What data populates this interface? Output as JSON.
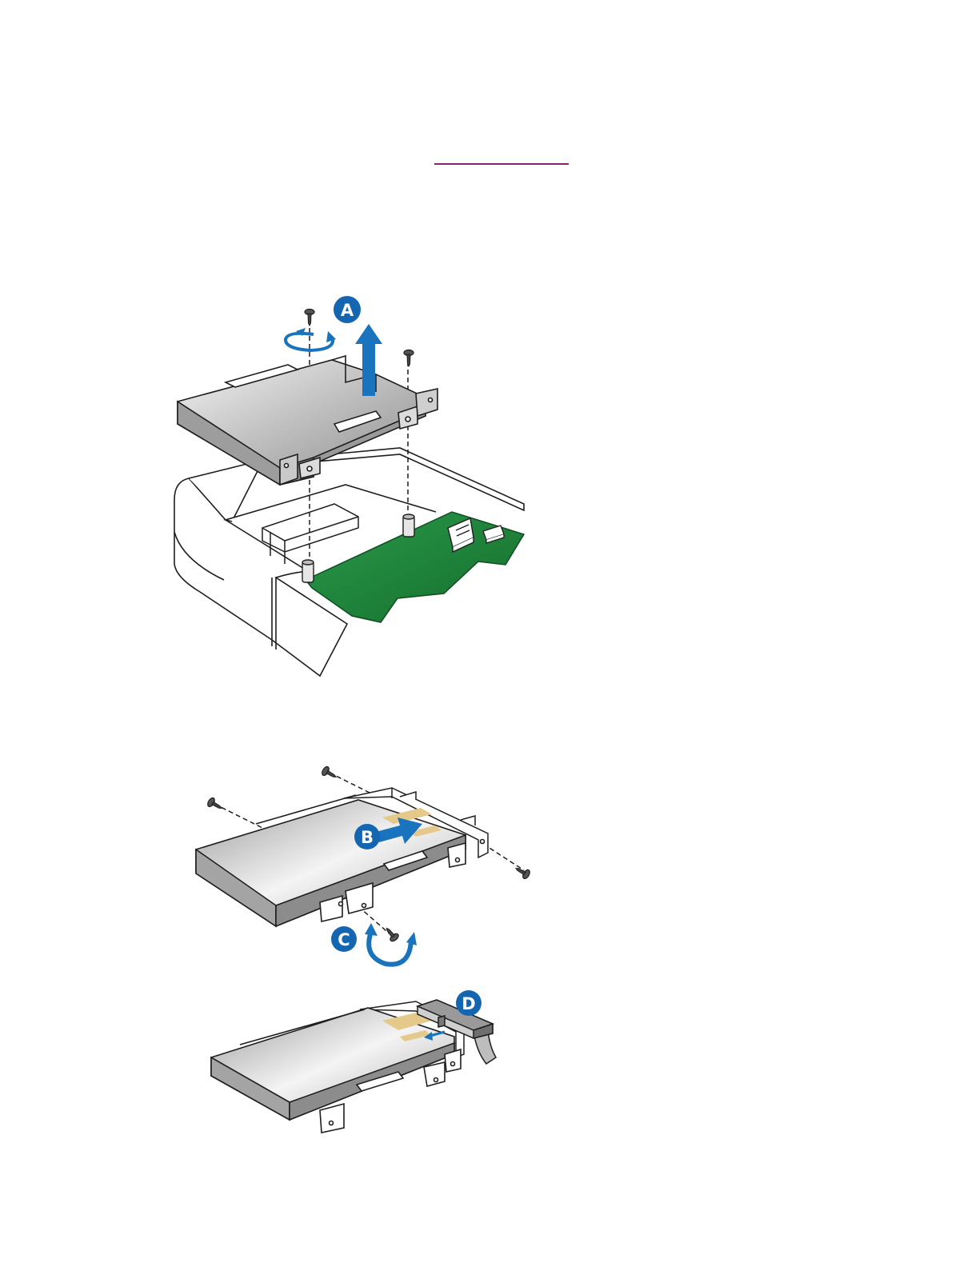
{
  "page": {
    "link_color": "#8e1f6e",
    "link_text": ""
  },
  "colors": {
    "callout_blue": "#1466b0",
    "arrow_blue": "#1a74bd",
    "board_green": "#1f8a3c",
    "board_green_dark": "#14692b",
    "metal_light": "#d8d8d8",
    "metal_mid": "#a9a9a9",
    "metal_dark": "#7a7a7a",
    "tape_yellow": "#e4c98a",
    "line": "#1e1e1e"
  },
  "callouts": {
    "a": "A",
    "b": "B",
    "c": "C",
    "d": "D"
  },
  "icons": {
    "screw": "screw-icon",
    "rotate": "rotate-arrow-icon",
    "lift": "up-arrow-icon",
    "push": "right-arrow-icon",
    "connector": "cable-connector-icon"
  }
}
